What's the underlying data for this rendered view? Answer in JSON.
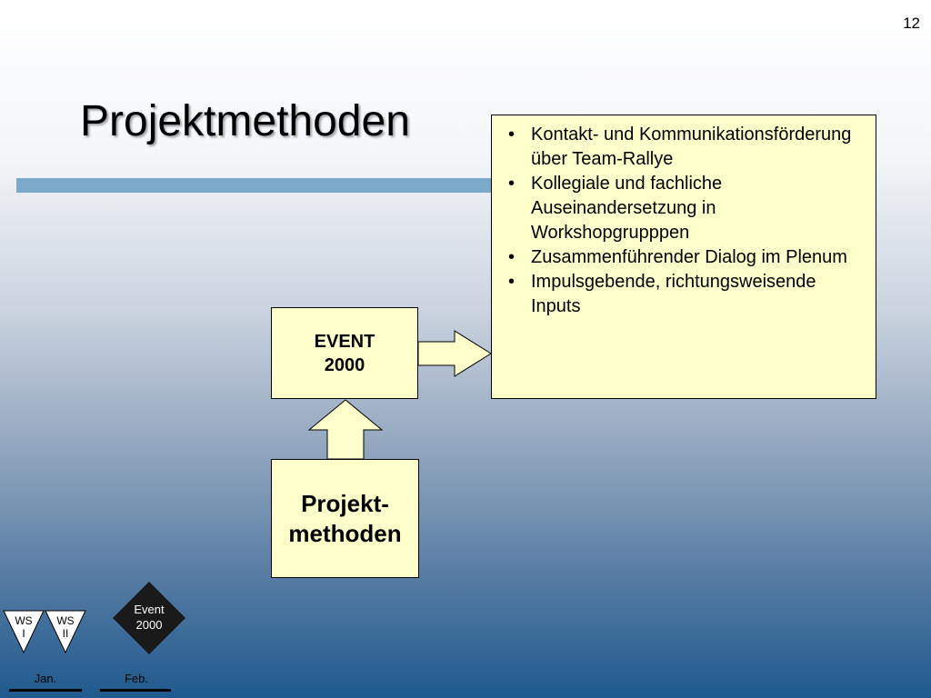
{
  "slide": {
    "page_number": "12",
    "title": "Projektmethoden"
  },
  "bullets": [
    "Kontakt- und Kommunikationsförderung über Team-Rallye",
    "Kollegiale und fachliche Auseinandersetzung in Workshopgrupppen",
    "Zusammenführender Dialog im Plenum",
    "Impulsgebende, richtungsweisende Inputs"
  ],
  "diagram": {
    "event_box": {
      "line1": "EVENT",
      "line2": "2000"
    },
    "methods_box": {
      "line1": "Projekt-",
      "line2": "methoden"
    }
  },
  "footer": {
    "ws1": {
      "line1": "WS",
      "line2": "I"
    },
    "ws2": {
      "line1": "WS",
      "line2": "II"
    },
    "event": {
      "line1": "Event",
      "line2": "2000"
    },
    "months": [
      "Jan.",
      "Feb."
    ]
  },
  "colors": {
    "box_fill": "#ffffcc",
    "title_rule": "#7aa9c9",
    "diamond": "#1a1a1a"
  }
}
